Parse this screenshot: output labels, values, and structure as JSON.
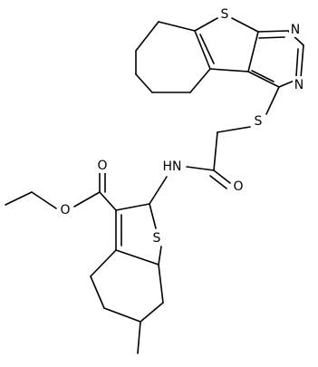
{
  "atom_labels": {
    "s_fused_top": "S",
    "n_pyrimidine_top": "N",
    "n_pyrimidine_bottom": "N",
    "s_thioether": "S",
    "nh_amide": "HN",
    "o_amide": "O",
    "o_ester_carbonyl": "O",
    "o_ester_ether": "O",
    "s_thiophene_bottom": "S"
  }
}
